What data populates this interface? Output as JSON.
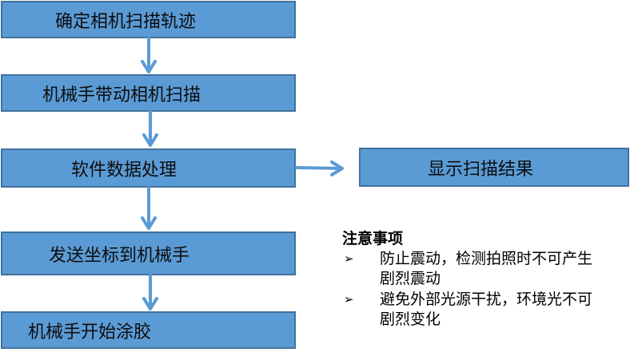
{
  "flow": {
    "step1": "确定相机扫描轨迹",
    "step2": "机械手带动相机扫描",
    "step3": "软件数据处理",
    "step4": "发送坐标到机械手",
    "step5": "机械手开始涂胶",
    "side": "显示扫描结果"
  },
  "notes": {
    "title": "注意事项",
    "items": [
      {
        "line1": "防止震动，检测拍照时不可产生",
        "line2": "剧烈震动"
      },
      {
        "line1": "避免外部光源干扰，环境光不可",
        "line2": "剧烈变化"
      }
    ],
    "bullet": "➢"
  },
  "colors": {
    "box_fill": "#5b9bd5",
    "box_border": "#41719c",
    "arrow": "#5b9bd5"
  }
}
